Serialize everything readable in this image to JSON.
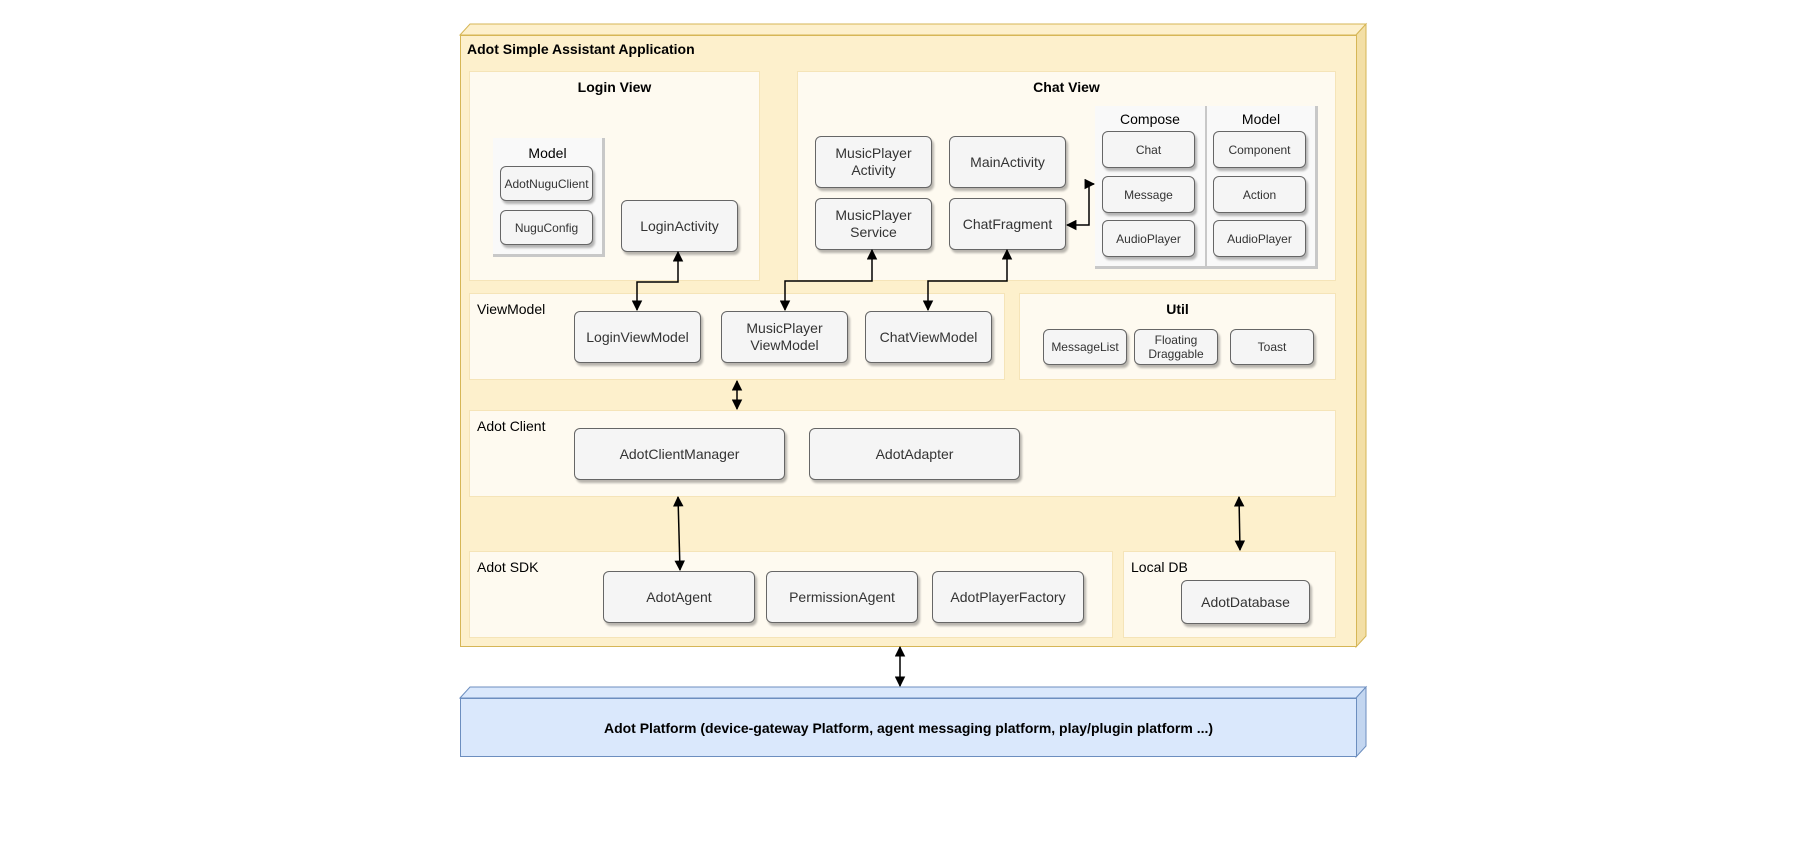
{
  "app": {
    "title": "Adot Simple Assistant Application",
    "login_view": {
      "title": "Login View",
      "model_title": "Model",
      "model_items": [
        "AdotNuguClient",
        "NuguConfig"
      ],
      "login_activity": "LoginActivity"
    },
    "chat_view": {
      "title": "Chat View",
      "music_player_activity": "MusicPlayer\nActivity",
      "main_activity": "MainActivity",
      "music_player_service": "MusicPlayer\nService",
      "chat_fragment": "ChatFragment",
      "compose_title": "Compose",
      "compose_items": [
        "Chat",
        "Message",
        "AudioPlayer"
      ],
      "model_title": "Model",
      "model_items": [
        "Component",
        "Action",
        "AudioPlayer"
      ]
    },
    "viewmodel": {
      "label": "ViewModel",
      "items": [
        "LoginViewModel",
        "MusicPlayer\nViewModel",
        "ChatViewModel"
      ]
    },
    "util": {
      "title": "Util",
      "items": [
        "MessageList",
        "Floating\nDraggable",
        "Toast"
      ]
    },
    "adot_client": {
      "label": "Adot Client",
      "items": [
        "AdotClientManager",
        "AdotAdapter"
      ]
    },
    "adot_sdk": {
      "label": "Adot SDK",
      "items": [
        "AdotAgent",
        "PermissionAgent",
        "AdotPlayerFactory"
      ]
    },
    "local_db": {
      "label": "Local DB",
      "items": [
        "AdotDatabase"
      ]
    }
  },
  "platform": {
    "title": "Adot Platform (device-gateway Platform, agent messaging platform, play/plugin platform ...)"
  },
  "colors": {
    "app_fill": "#fdf0cc",
    "app_stroke": "#d6b656",
    "platform_fill": "#dae8fc",
    "platform_stroke": "#6c8ebf",
    "component_fill": "#f5f5f5",
    "component_stroke": "#666666"
  }
}
